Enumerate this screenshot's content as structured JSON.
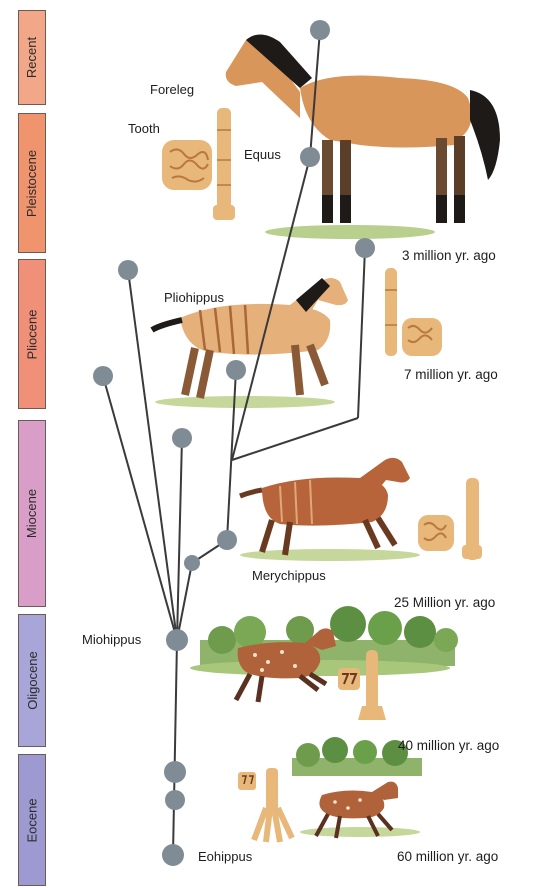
{
  "epochs": [
    {
      "name": "Recent",
      "color": "#f2a888"
    },
    {
      "name": "Pleistocene",
      "color": "#f0946e"
    },
    {
      "name": "Pliocene",
      "color": "#f09078"
    },
    {
      "name": "Miocene",
      "color": "#d99ec8"
    },
    {
      "name": "Oligocene",
      "color": "#a8a6d8"
    },
    {
      "name": "Eocene",
      "color": "#9c9ad0"
    }
  ],
  "labels": {
    "foreleg": "Foreleg",
    "tooth": "Tooth",
    "equus": "Equus",
    "pliohippus": "Pliohippus",
    "merychippus": "Merychippus",
    "miohippus": "Miohippus",
    "eohippus": "Eohippus"
  },
  "ages": {
    "equus": "3 million yr. ago",
    "pliohippus": "7 million yr. ago",
    "merychippus": "25 Million yr. ago",
    "miohippus": "40 million yr. ago",
    "eohippus": "60 million yr. ago"
  },
  "colors": {
    "node": "#7f8c95",
    "line": "#3a3a3a",
    "horse_tan": "#d9965a",
    "horse_red": "#b7643a",
    "mane": "#1e1a18",
    "grass": "#8fb36a",
    "bone": "#e8b87a"
  }
}
